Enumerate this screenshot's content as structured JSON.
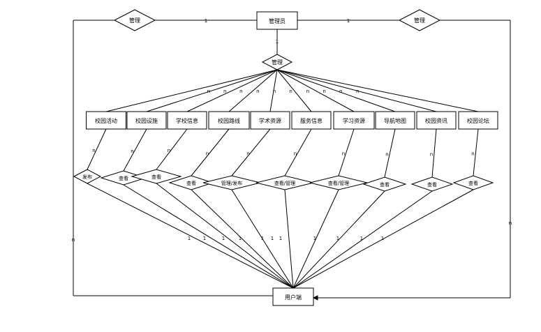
{
  "admin": "管理员",
  "user": "用户端",
  "manage": "管理",
  "entities": [
    "校园活动",
    "校园设施",
    "学校信息",
    "校园路线",
    "学术资源",
    "服务信息",
    "学习资源",
    "导航地图",
    "校园资讯",
    "校园论坛"
  ],
  "user_relations": [
    "发布",
    "查看",
    "查看",
    "查看",
    "管理/发布",
    "查看/管理",
    "查看/管理",
    "查看",
    "查看",
    "查看"
  ],
  "cardinality": {
    "one": "1",
    "many": "n"
  }
}
